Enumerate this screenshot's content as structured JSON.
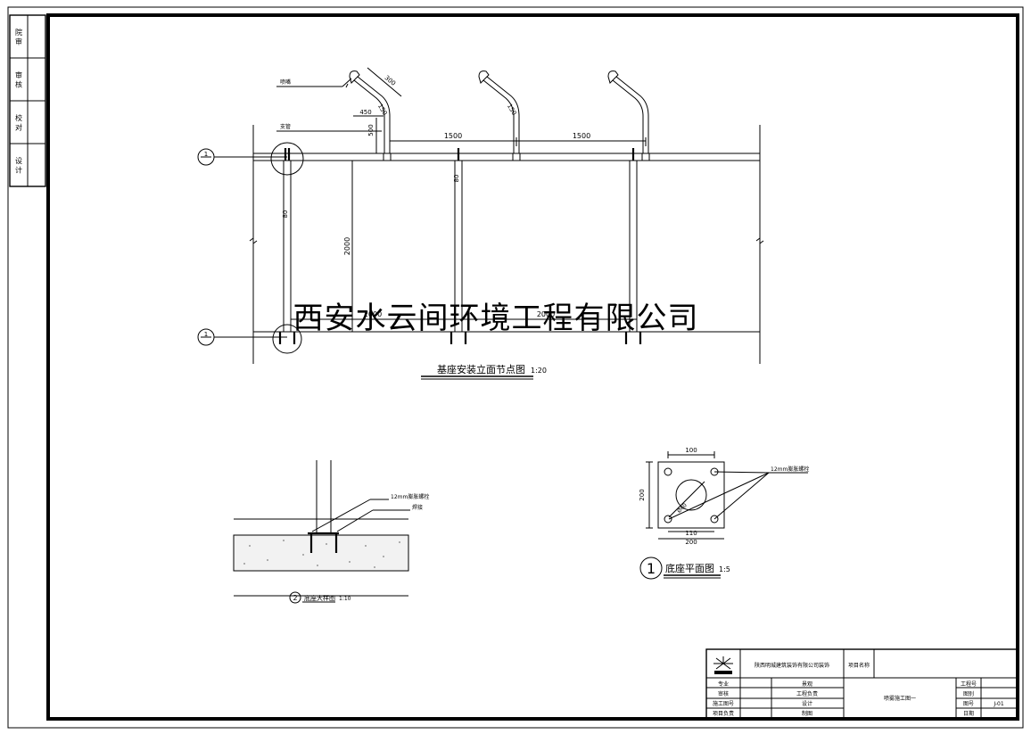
{
  "side_strip": {
    "labels": [
      "院 审",
      "审 核",
      "校 对",
      "设 计"
    ]
  },
  "elevation": {
    "title": "基座安装立面节点图",
    "scale": "1:20",
    "callouts": {
      "nozzle": "喷嘴",
      "main_pipe": "支管"
    },
    "dims": {
      "d300": "300",
      "d450": "450",
      "d500": "500",
      "d150a": "150",
      "d150b": "150",
      "span1": "1500",
      "span2": "1500",
      "post1": "80",
      "post2": "80",
      "height": "2000",
      "base1": "2000",
      "base2": "2000"
    },
    "axis_marks": [
      "1",
      "1"
    ]
  },
  "section": {
    "title": "底座大样图",
    "scale": "1:10",
    "number": "2",
    "labels": {
      "bolt": "12mm膨胀螺栓",
      "weld": "焊接"
    }
  },
  "base_plan": {
    "title": "底座平面图",
    "scale": "1:5",
    "number": "1",
    "label": "12mm膨胀螺栓",
    "dims": {
      "top": "100",
      "bottom_inner": "110",
      "bottom_outer": "200",
      "left": "200",
      "hole": "Ø60"
    }
  },
  "title_block": {
    "company": "陕西明城建筑装饰有限公司装饰",
    "project_name_label": "项目名称",
    "rows": [
      {
        "label": "专业",
        "value": "景观"
      },
      {
        "label": "审核",
        "value": "工程负责"
      },
      {
        "label": "施工图号",
        "value": "设计"
      },
      {
        "label": "项目负责",
        "value": "制图"
      }
    ],
    "drawing_name": "喷雾施工图一",
    "right_labels": [
      "工程号",
      "图别",
      "图号",
      "日期"
    ],
    "drawing_number": "J-01"
  },
  "watermark": "西安水云间环境工程有限公司"
}
